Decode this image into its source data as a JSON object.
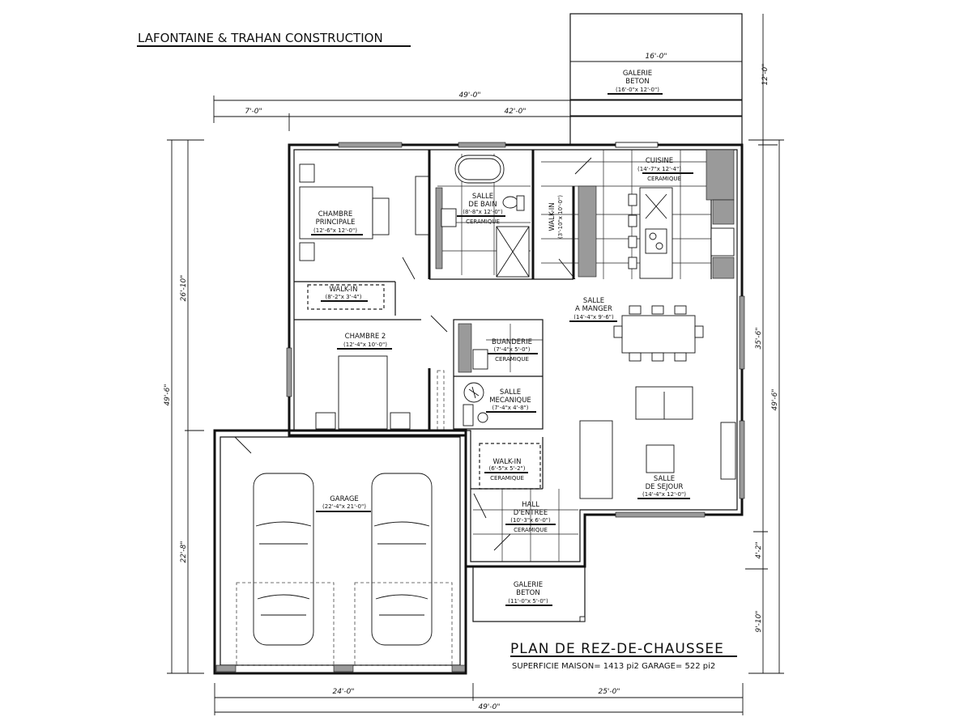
{
  "header": {
    "company": "LAFONTAINE & TRAHAN CONSTRUCTION"
  },
  "plan": {
    "title": "PLAN DE REZ-DE-CHAUSSEE",
    "surface_text": "SUPERFICIE MAISON= 1413 pi2   GARAGE= 522 pi2",
    "house_area": "1413 pi2",
    "garage_area": "522 pi2"
  },
  "rooms": {
    "galerie_arriere": {
      "name1": "GALERIE",
      "name2": "BETON",
      "size": "(16'-0\"x 12'-0\")"
    },
    "chambre_principale": {
      "name1": "CHAMBRE",
      "name2": "PRINCIPALE",
      "size": "(12'-6\"x 12'-0\")"
    },
    "salle_de_bain": {
      "name1": "SALLE",
      "name2": "DE BAIN",
      "size": "(8'-8\"x 12'-0\")",
      "floor": "CERAMIQUE"
    },
    "walk_in_cuisine": {
      "name": "WALK-IN",
      "size": "(3'-10\"x 10'-0\")"
    },
    "cuisine": {
      "name": "CUISINE",
      "size": "(14'-7\"x 12'-4\")",
      "floor": "CERAMIQUE"
    },
    "walk_in_chambre": {
      "name": "WALK-IN",
      "size": "(8'-2\"x 3'-4\")"
    },
    "salle_a_manger": {
      "name1": "SALLE",
      "name2": "A MANGER",
      "size": "(14'-4\"x 9'-6\")"
    },
    "chambre_2": {
      "name": "CHAMBRE 2",
      "size": "(12'-4\"x 10'-0\")"
    },
    "buanderie": {
      "name": "BUANDERIE",
      "size": "(7'-4\"x 5'-0\")",
      "floor": "CERAMIQUE"
    },
    "salle_mecanique": {
      "name1": "SALLE",
      "name2": "MECANIQUE",
      "size": "(7'-4\"x 4'-8\")",
      "equipment": "chauffe-eau / echangeur"
    },
    "walk_in_entree": {
      "name": "WALK-IN",
      "size": "(6'-5\"x 5'-2\")",
      "floor": "CERAMIQUE"
    },
    "hall_entree": {
      "name1": "HALL",
      "name2": "D'ENTREE",
      "size": "(10'-3\"x 6'-0\")",
      "floor": "CERAMIQUE"
    },
    "salle_de_sejour": {
      "name1": "SALLE",
      "name2": "DE SEJOUR",
      "size": "(14'-4\"x 12'-0\")"
    },
    "garage": {
      "name": "GARAGE",
      "size": "(22'-4\"x 21'-0\")"
    },
    "galerie_avant": {
      "name1": "GALERIE",
      "name2": "BETON",
      "size": "(11'-0\"x 5'-0\")"
    }
  },
  "dimensions": {
    "top_total": "49'-0\"",
    "top_offset": "7'-0\"",
    "top_house": "42'-0\"",
    "galerie_width": "16'-0\"",
    "galerie_depth": "12'-0\"",
    "left_total": "49'-6\"",
    "left_upper": "26'-10\"",
    "left_lower": "22'-8\"",
    "right_total": "49'-6\"",
    "right_upper": "35'-6\"",
    "right_mid": "4'-2\"",
    "right_lower": "9'-10\"",
    "bottom_left": "24'-0\"",
    "bottom_right": "25'-0\"",
    "bottom_total": "49'-0\""
  }
}
